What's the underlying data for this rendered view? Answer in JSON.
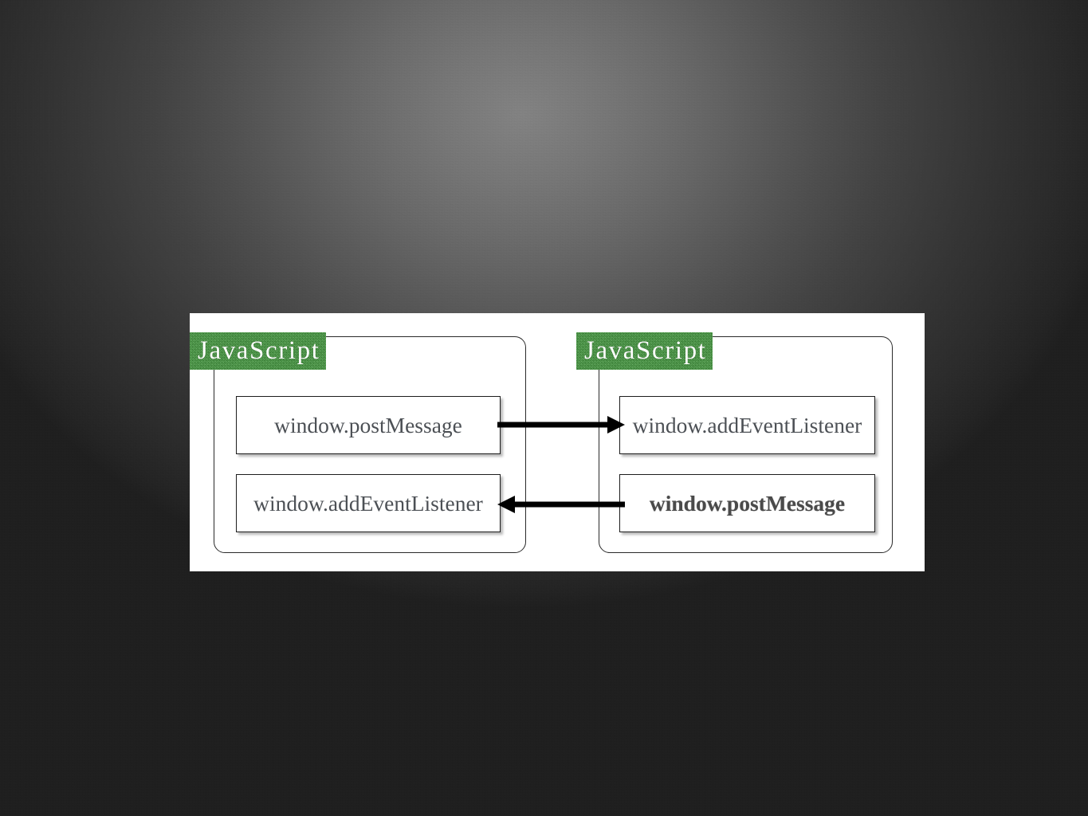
{
  "slide": {
    "background_color_center": "#828282",
    "background_color_edge": "#1f1f1f"
  },
  "diagram": {
    "panel_background": "#ffffff",
    "accent_green": "#3f9a3a",
    "text_color": "#4c5055",
    "groups": [
      {
        "id": "left",
        "label": "JavaScript",
        "boxes": [
          {
            "id": "left-post",
            "text": "window.postMessage",
            "bold": false
          },
          {
            "id": "left-add",
            "text": "window.addEventListener",
            "bold": false
          }
        ]
      },
      {
        "id": "right",
        "label": "JavaScript",
        "boxes": [
          {
            "id": "right-add",
            "text": "window.addEventListener",
            "bold": false
          },
          {
            "id": "right-post",
            "text": "window.postMessage",
            "bold": true
          }
        ]
      }
    ],
    "arrows": [
      {
        "id": "left-post-to-right-add",
        "direction": "right",
        "from": "window.postMessage",
        "to": "window.addEventListener"
      },
      {
        "id": "right-post-to-left-add",
        "direction": "left",
        "from": "window.postMessage",
        "to": "window.addEventListener"
      }
    ]
  }
}
